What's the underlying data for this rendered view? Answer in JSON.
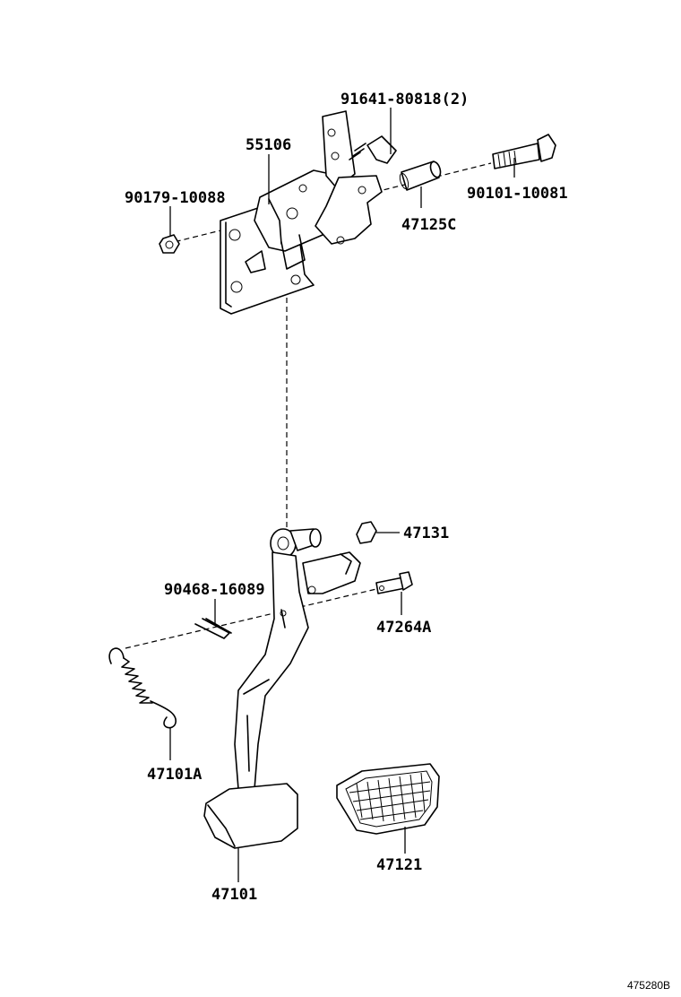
{
  "labels": {
    "bolt_91641": "91641-80818(2)",
    "bracket_55106": "55106",
    "nut_90179": "90179-10088",
    "bolt_90101": "90101-10081",
    "collar_47125c": "47125C",
    "stopper_47131": "47131",
    "clip_90468": "90468-16089",
    "pin_47264a": "47264A",
    "spring_47101a": "47101A",
    "pedal_pad_47121": "47121",
    "pedal_arm_47101": "47101"
  },
  "figure_code": "475280B"
}
